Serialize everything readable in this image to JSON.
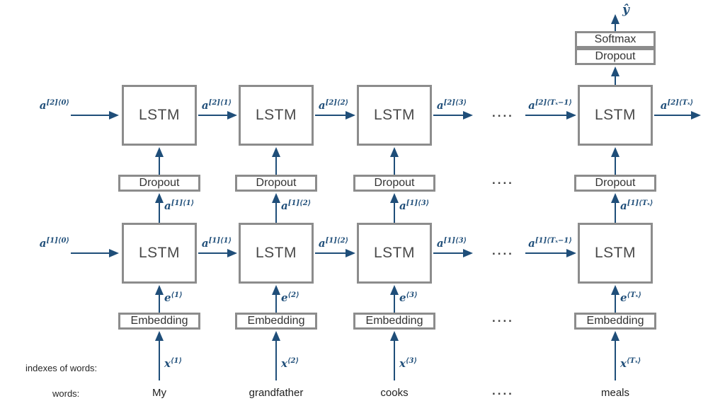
{
  "colors": {
    "arrow": "#1f4e79",
    "box_border": "#8c8c8c",
    "math_label": "#1f4e79"
  },
  "boxes": {
    "lstm": "LSTM",
    "dropout": "Dropout",
    "embedding": "Embedding",
    "softmax": "Softmax"
  },
  "left": {
    "indexes": "indexes of words:",
    "words": "words:"
  },
  "dots": "....",
  "yhat": "ŷ",
  "l2": {
    "in": {
      "b": "a",
      "s": "[2]⟨0⟩"
    },
    "a1": {
      "b": "a",
      "s": "[2]⟨1⟩"
    },
    "a2": {
      "b": "a",
      "s": "[2]⟨2⟩"
    },
    "a3": {
      "b": "a",
      "s": "[2]⟨3⟩"
    },
    "tin": {
      "b": "a",
      "s": "[2]⟨Tₓ−1⟩"
    },
    "tout": {
      "b": "a",
      "s": "[2]⟨Tₓ⟩"
    }
  },
  "l1": {
    "in": {
      "b": "a",
      "s": "[1]⟨0⟩"
    },
    "a1": {
      "b": "a",
      "s": "[1]⟨1⟩"
    },
    "a2": {
      "b": "a",
      "s": "[1]⟨2⟩"
    },
    "a3": {
      "b": "a",
      "s": "[1]⟨3⟩"
    },
    "tin": {
      "b": "a",
      "s": "[1]⟨Tₓ−1⟩"
    }
  },
  "cols": [
    {
      "word": "My",
      "x": {
        "b": "x",
        "s": "⟨1⟩"
      },
      "e": {
        "b": "e",
        "s": "⟨1⟩"
      },
      "a": {
        "b": "a",
        "s": "[1]⟨1⟩"
      }
    },
    {
      "word": "grandfather",
      "x": {
        "b": "x",
        "s": "⟨2⟩"
      },
      "e": {
        "b": "e",
        "s": "⟨2⟩"
      },
      "a": {
        "b": "a",
        "s": "[1]⟨2⟩"
      }
    },
    {
      "word": "cooks",
      "x": {
        "b": "x",
        "s": "⟨3⟩"
      },
      "e": {
        "b": "e",
        "s": "⟨3⟩"
      },
      "a": {
        "b": "a",
        "s": "[1]⟨3⟩"
      }
    },
    {
      "word": "meals",
      "x": {
        "b": "x",
        "s": "⟨Tₓ⟩"
      },
      "e": {
        "b": "e",
        "s": "⟨Tₓ⟩"
      },
      "a": {
        "b": "a",
        "s": "[1]⟨Tₓ⟩"
      }
    }
  ]
}
